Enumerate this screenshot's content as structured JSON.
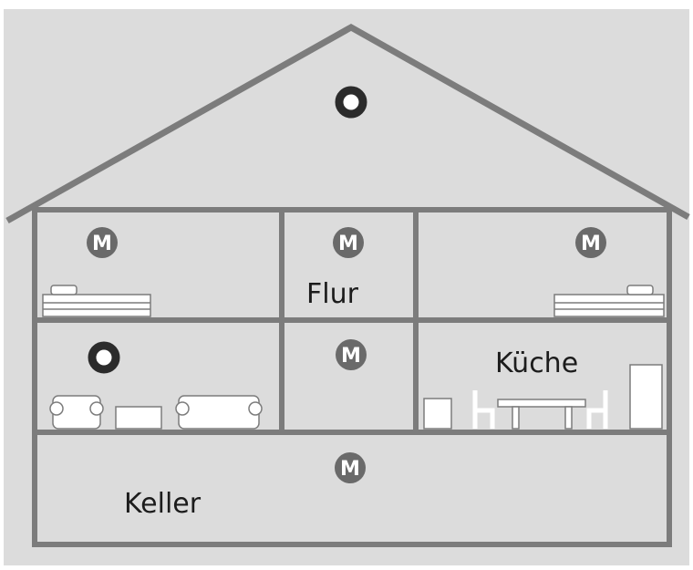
{
  "labels": {
    "flur": "Flur",
    "kueche": "Küche",
    "keller": "Keller"
  },
  "markers": {
    "m_letter": "M"
  },
  "colors": {
    "background": "#dcdcdc",
    "lines": "#7c7c7c",
    "m_circle": "#6a6a6a",
    "ring_outer": "#2b2b2b",
    "furniture": "#ffffff"
  }
}
